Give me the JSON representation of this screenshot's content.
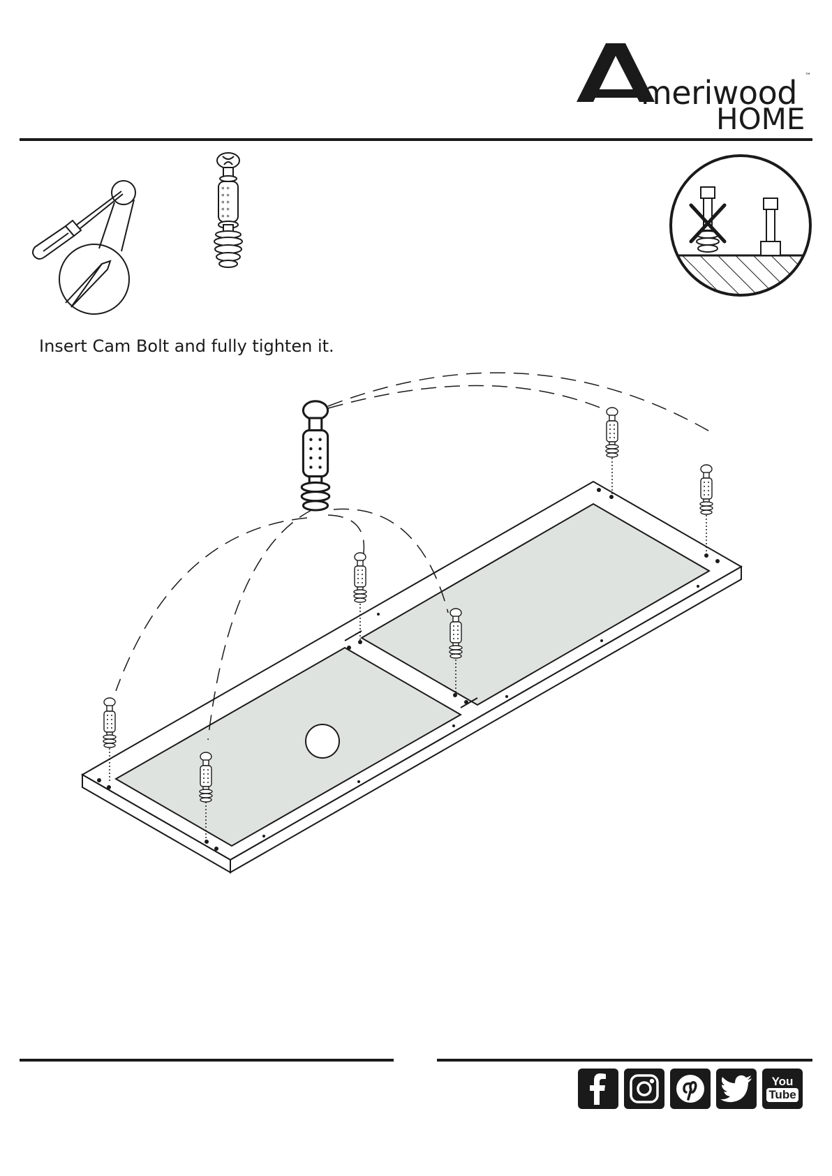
{
  "brand": {
    "initial": "A",
    "word": "meriwood",
    "tm": "™",
    "sub": "HOME"
  },
  "instruction": "Insert Cam Bolt and fully tighten it.",
  "social": {
    "icons": [
      "facebook-icon",
      "instagram-icon",
      "pinterest-icon",
      "twitter-icon",
      "youtube-icon"
    ],
    "youtube_top": "You",
    "youtube_bottom": "Tube"
  },
  "colors": {
    "ink": "#1a1a1a",
    "panel_fill": "#dfe3df"
  }
}
